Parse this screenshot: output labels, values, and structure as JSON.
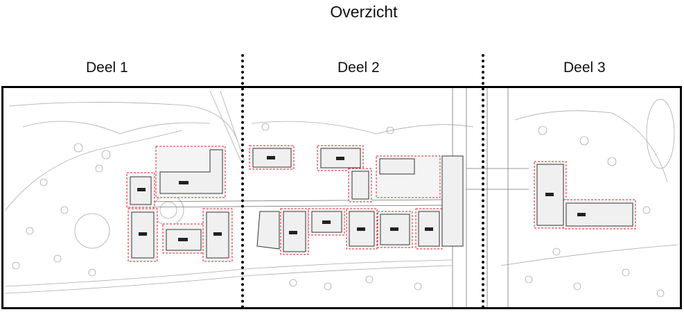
{
  "title": "Overzicht",
  "sections": [
    {
      "label": "Deel 1"
    },
    {
      "label": "Deel 2"
    },
    {
      "label": "Deel 3"
    }
  ],
  "colors": {
    "plot_boundary": "#e0202a",
    "building_outline": "#333333",
    "lines": "#9a9a9a"
  }
}
